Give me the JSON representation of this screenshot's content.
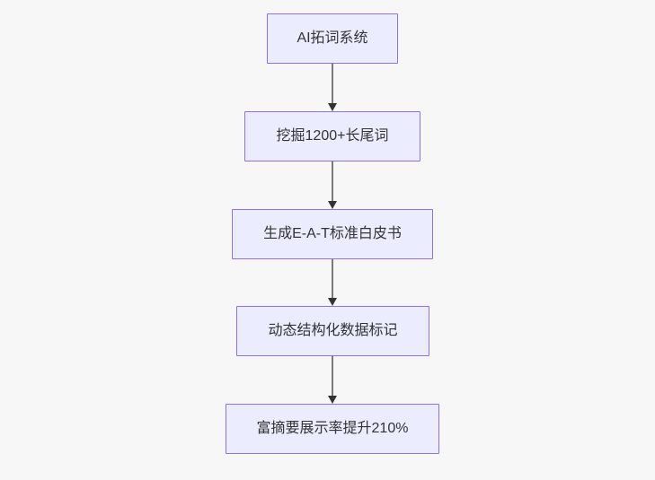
{
  "flowchart": {
    "direction": "top-down",
    "background_color": "#f7f7f7",
    "node_fill_color": "#ececff",
    "node_border_color": "#9370db",
    "node_text_color": "#333333",
    "arrow_line_color": "#7a7a7a",
    "arrow_head_color": "#333333",
    "nodes": [
      {
        "id": "n1",
        "label": "AI拓词系统"
      },
      {
        "id": "n2",
        "label": "挖掘1200+长尾词"
      },
      {
        "id": "n3",
        "label": "生成E-A-T标准白皮书"
      },
      {
        "id": "n4",
        "label": "动态结构化数据标记"
      },
      {
        "id": "n5",
        "label": "富摘要展示率提升210%"
      }
    ],
    "edges": [
      {
        "from": "n1",
        "to": "n2"
      },
      {
        "from": "n2",
        "to": "n3"
      },
      {
        "from": "n3",
        "to": "n4"
      },
      {
        "from": "n4",
        "to": "n5"
      }
    ]
  }
}
